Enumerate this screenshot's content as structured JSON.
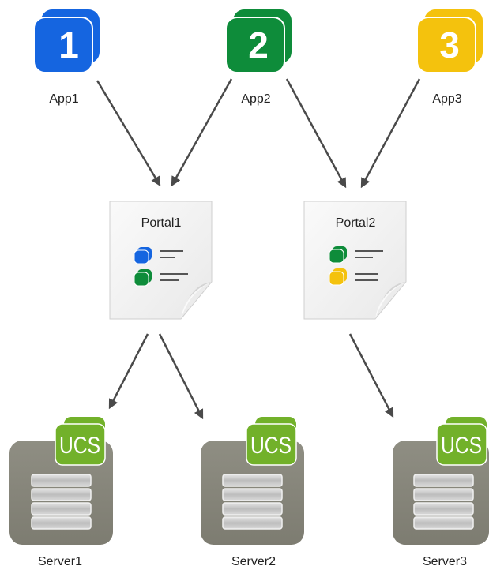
{
  "colors": {
    "blue": "#1565e0",
    "green": "#0e8c3a",
    "yellow": "#f4c20d",
    "ucs_green": "#72b12a",
    "server_gray": "#8b8a7e",
    "arrow": "#4a4a4a"
  },
  "apps": [
    {
      "number": "1",
      "label": "App1",
      "color": "#1565e0"
    },
    {
      "number": "2",
      "label": "App2",
      "color": "#0e8c3a"
    },
    {
      "number": "3",
      "label": "App3",
      "color": "#f4c20d"
    }
  ],
  "portals": [
    {
      "label": "Portal1",
      "entry_colors": [
        "#1565e0",
        "#0e8c3a"
      ]
    },
    {
      "label": "Portal2",
      "entry_colors": [
        "#0e8c3a",
        "#f4c20d"
      ]
    }
  ],
  "servers": [
    {
      "label": "Server1",
      "badge": "UCS"
    },
    {
      "label": "Server2",
      "badge": "UCS"
    },
    {
      "label": "Server3",
      "badge": "UCS"
    }
  ],
  "connections": [
    {
      "from": "App1",
      "to": "Portal1"
    },
    {
      "from": "App2",
      "to": "Portal1"
    },
    {
      "from": "App2",
      "to": "Portal2"
    },
    {
      "from": "App3",
      "to": "Portal2"
    },
    {
      "from": "Portal1",
      "to": "Server1"
    },
    {
      "from": "Portal1",
      "to": "Server2"
    },
    {
      "from": "Portal2",
      "to": "Server3"
    }
  ]
}
